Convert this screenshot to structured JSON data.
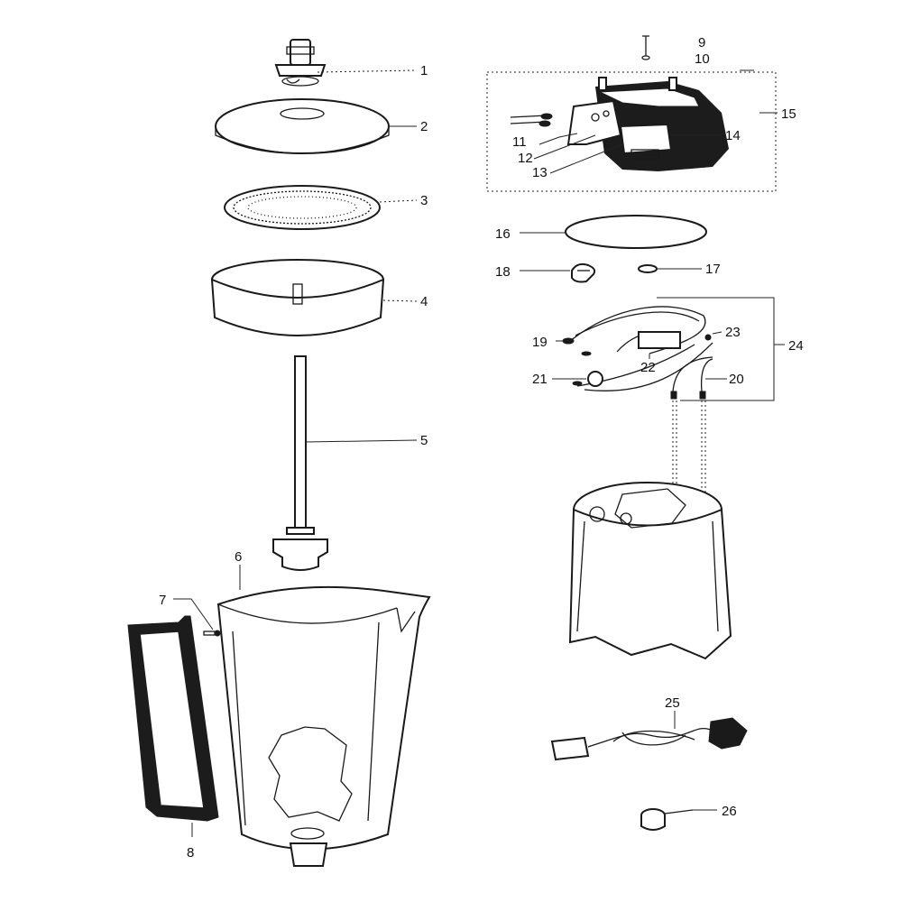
{
  "diagram": {
    "labels": {
      "l1": "1",
      "l2": "2",
      "l3": "3",
      "l4": "4",
      "l5": "5",
      "l6": "6",
      "l7": "7",
      "l8": "8",
      "l9": "9",
      "l10": "10",
      "l11": "11",
      "l12": "12",
      "l13": "13",
      "l14": "14",
      "l15": "15",
      "l16": "16",
      "l17": "17",
      "l18": "18",
      "l19": "19",
      "l20": "20",
      "l21": "21",
      "l22": "22",
      "l23": "23",
      "l24": "24",
      "l25": "25",
      "l26": "26"
    }
  }
}
